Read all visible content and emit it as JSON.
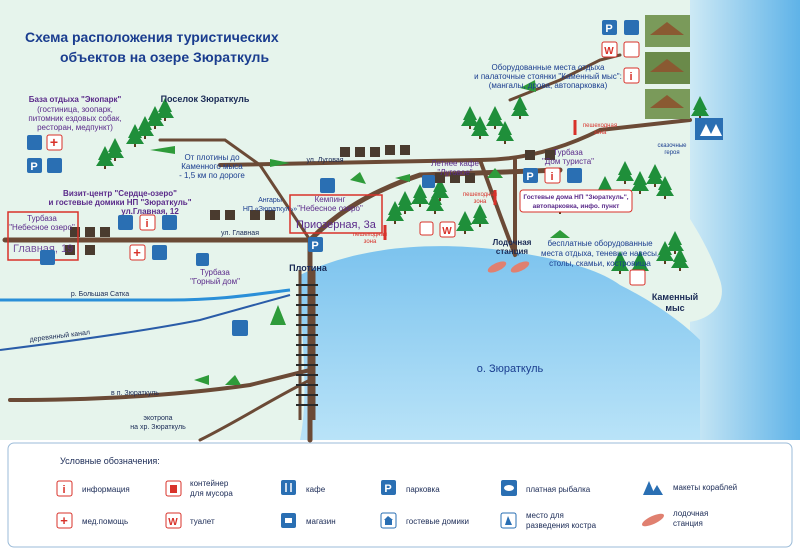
{
  "title": {
    "line1": "Схема расположения туристических",
    "line2": "объектов на озере Зюраткуль"
  },
  "places": {
    "ecopark_name": "База отдыха \"Экопарк\"",
    "ecopark_desc1": "(гостиница, зоопарк,",
    "ecopark_desc2": "питомник ездовых собак,",
    "ecopark_desc3": "ресторан, медпункт)",
    "village": "Поселок Зюраткуль",
    "from_dam1": "От плотины до",
    "from_dam2": "Каменного мыса",
    "from_dam3": "- 1,5 км по дороге",
    "lugovaya_street": "ул. Луговая",
    "visit1": "Визит-центр \"Сердце-озеро\"",
    "visit2": "и гостевые домики НП \"Зюраткуль\"",
    "visit3": "ул.Главная, 12",
    "nebesnoe_base1": "Турбаза",
    "nebesnoe_base2": "\"Небесное озеро\"",
    "glavnaya_19": "Главная, 19",
    "angars1": "Ангары",
    "angars2": "НП «Зюраткуль»",
    "camping1": "Кемпинг",
    "camping2": "\"Небесное озеро\"",
    "prizernaya": "Приозерная, 3а",
    "glavnaya_street": "ул. Главная",
    "gorny1": "Турбаза",
    "gorny2": "\"Горный дом\"",
    "dam": "Плотина",
    "bolshaya_satka": "р. Большая Сатка",
    "wood_channel": "деревянный канал",
    "to_village": "в п. Зюраткуль",
    "eco_trail1": "экотропа",
    "eco_trail2": "на хр. Зюраткуль",
    "summer_cafe1": "Летнее кафе",
    "summer_cafe2": "\"Луговое\"",
    "ped_zone": "пешеходная",
    "ped_zone2": "зона",
    "boat_station1": "Лодочная",
    "boat_station2": "станция",
    "dom_turista1": "Турбаза",
    "dom_turista2": "\"Дом туриста\"",
    "guest_np1": "Гостевые дома НП \"Зюраткуль\",",
    "guest_np2": "автопарковка, инфо. пункт",
    "equipped1": "Оборудованные места отдыха",
    "equipped2": "и палаточные стоянки \"Каменный мыс\":",
    "equipped3": "(мангалы, дрова, автопарковка)",
    "free1": "бесплатные оборудованные",
    "free2": "места отдыха, теневые навесы,",
    "free3": "столы, скамьи, костровища",
    "navy_pier1": "сказочные",
    "navy_pier2": "героя",
    "kamenny1": "Каменный",
    "kamenny2": "мыс",
    "lake": "о. Зюраткуль"
  },
  "legend": {
    "title": "Условные обозначения:",
    "items": [
      {
        "label": "информация",
        "icon": "info-icon"
      },
      {
        "label": "контейнер",
        "label2": "для мусора",
        "icon": "trash-bin-icon"
      },
      {
        "label": "кафе",
        "icon": "cafe-icon"
      },
      {
        "label": "парковка",
        "icon": "parking-icon"
      },
      {
        "label": "платная рыбалка",
        "icon": "fishing-icon"
      },
      {
        "label": "макеты кораблей",
        "icon": "ship-models-icon"
      },
      {
        "label": "мед.помощь",
        "icon": "medical-icon"
      },
      {
        "label": "туалет",
        "icon": "toilet-icon"
      },
      {
        "label": "магазин",
        "icon": "shop-icon"
      },
      {
        "label": "гостевые домики",
        "icon": "guest-house-icon"
      },
      {
        "label": "место для",
        "label2": "разведения костра",
        "icon": "campfire-icon"
      },
      {
        "label": "лодочная",
        "label2": "станция",
        "icon": "boat-station-icon"
      }
    ]
  },
  "colors": {
    "land": "#e6f4ec",
    "water": "#9fd3f1",
    "road": "#6b4a36",
    "icon_blue": "#2a6fb3",
    "icon_red": "#d8322a",
    "tree": "#1f8f3a",
    "title": "#1a3d8f",
    "label_purple": "#5a2a8a"
  }
}
